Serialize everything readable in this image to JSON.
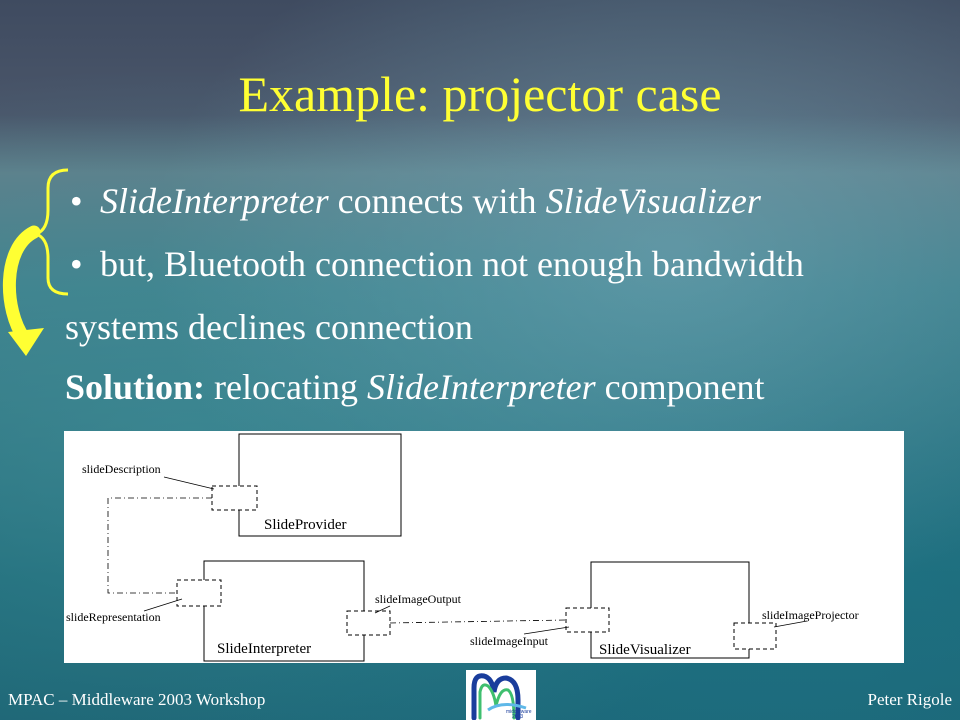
{
  "slide": {
    "title": "Example: projector case",
    "bullets": [
      {
        "italic_start": "SlideInterpreter",
        "mid": " connects with ",
        "italic_end": "SlideVisualizer"
      },
      {
        "text": "but, Bluetooth connection not enough bandwidth"
      }
    ],
    "line_declines": "systems declines connection",
    "solution": {
      "label": "Solution:",
      "pre": " relocating ",
      "italic": "SlideInterpreter",
      "post": " component"
    }
  },
  "diagram": {
    "components": {
      "provider": "SlideProvider",
      "interpreter": "SlideInterpreter",
      "visualizer": "SlideVisualizer"
    },
    "ports": {
      "description": "slideDescription",
      "representation": "slideRepresentation",
      "image_output": "slideImageOutput",
      "image_input": "slideImageInput",
      "image_projector": "slideImageProjector"
    }
  },
  "footer": {
    "left": "MPAC – Middleware 2003 Workshop",
    "right": "Peter Rigole"
  },
  "logo": {
    "text_line1": "middleware",
    "text_line2": "2003"
  },
  "colors": {
    "title": "#ffff33",
    "text": "#ffffff",
    "arrow": "#ffff33"
  }
}
